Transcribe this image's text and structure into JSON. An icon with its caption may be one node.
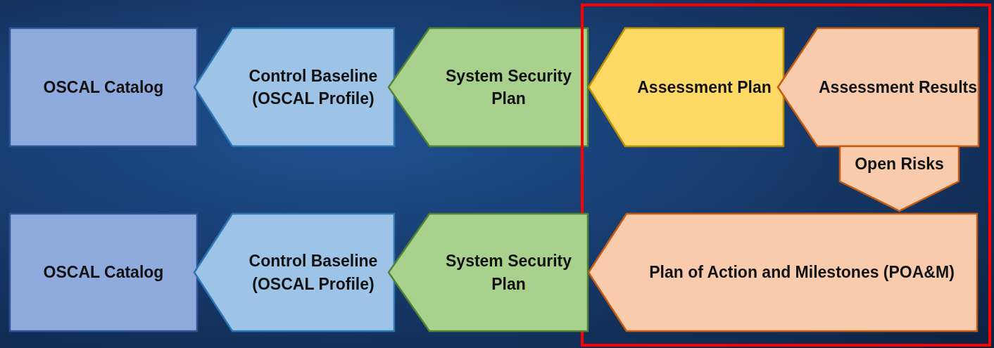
{
  "diagram": {
    "nodes": [
      {
        "text": [
          "OSCAL Catalog"
        ]
      },
      {
        "text": [
          "Control Baseline (OSCAL Profile)"
        ]
      },
      {
        "text": [
          "System Security Plan"
        ]
      },
      {
        "text": [],
        "shape": "box"
      },
      {
        "text": [
          "Assessment Plan"
        ],
        "in": 3
      },
      {
        "text": [
          "Assessment Results"
        ],
        "in": 3
      },
      {
        "text": [
          "Open Risks"
        ],
        "in": 3
      },
      {
        "text": [
          "OSCAL Catalog"
        ]
      },
      {
        "text": [
          "Control Baseline (OSCAL Profile)"
        ]
      },
      {
        "text": [
          "System Security Plan"
        ]
      },
      {
        "text": [
          "Plan of Action and Milestones (POA&M)"
        ],
        "in": 3
      }
    ]
  }
}
